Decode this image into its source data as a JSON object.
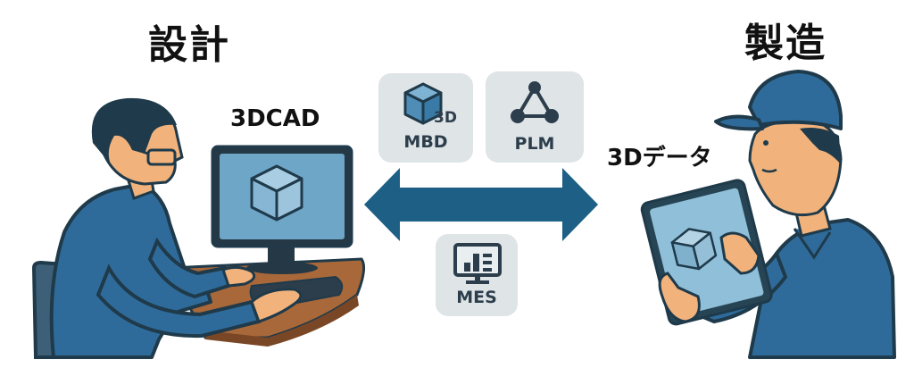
{
  "headings": {
    "design": "設計",
    "manufacturing": "製造"
  },
  "labels": {
    "cad": "3DCAD",
    "data3d": "3Dデータ"
  },
  "tiles": [
    {
      "id": "mbd",
      "label": "MBD",
      "icon": "cube-3d-icon",
      "badge": "3D"
    },
    {
      "id": "plm",
      "label": "PLM",
      "icon": "network-triangle-icon"
    },
    {
      "id": "mes",
      "label": "MES",
      "icon": "monitor-chart-icon"
    }
  ],
  "colors": {
    "arrow": "#1d5f85",
    "tile_bg": "#dfe4e7",
    "shirt": "#2f6b9a",
    "outline": "#1f3a4a",
    "skin": "#f1b27c",
    "screen": "#6ea6c8",
    "desk": "#a8683a"
  }
}
